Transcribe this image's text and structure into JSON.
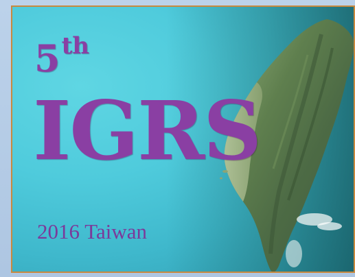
{
  "logo": {
    "ordinal_number": "5",
    "ordinal_suffix": "th",
    "acronym": "IGRS",
    "subtitle": "2016 Taiwan"
  },
  "colors": {
    "text_purple": "#8a3fa3",
    "sea_cyan": "#4fcbdc",
    "border_orange": "#c8893e",
    "land_green": "#5c7a4a"
  },
  "icons": {
    "map_graphic": "taiwan-island-satellite-image"
  }
}
